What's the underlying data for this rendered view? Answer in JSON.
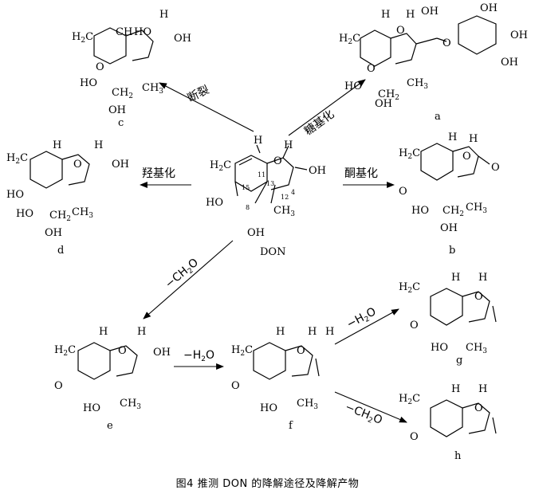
{
  "caption": "图4 推测 DON 的降解途径及降解产物",
  "center": {
    "name": "DON",
    "numbers": [
      "11",
      "13",
      "12",
      "8",
      "15",
      "4"
    ]
  },
  "arrows": {
    "cleavage": "断裂",
    "glycosylation": "糖基化",
    "hydroxylation": "羟基化",
    "ketonization": "酮基化",
    "lose_ch2o_e": "−CH2O",
    "lose_h2o_ef": "−H2O",
    "lose_h2o_g": "−H2O",
    "lose_ch2o_h": "−CH2O"
  },
  "products": [
    "a",
    "b",
    "c",
    "d",
    "e",
    "f",
    "g",
    "h"
  ],
  "atoms": {
    "H2C": "H2C",
    "H": "H",
    "OH": "OH",
    "HO": "HO",
    "O": "O",
    "CH3": "CH3",
    "CH2": "CH2",
    "CHHO": "CHHO"
  }
}
